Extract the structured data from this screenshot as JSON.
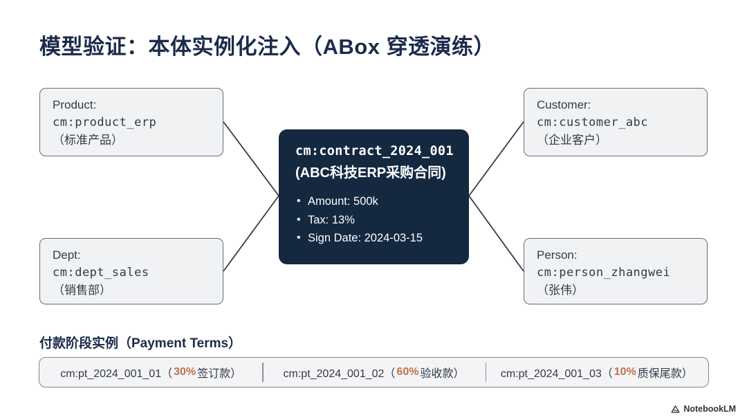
{
  "title": "模型验证：本体实例化注入（ABox 穿透演练）",
  "nodes": [
    {
      "label": "Product:",
      "id": "cm:product_erp",
      "cn": "（标准产品）"
    },
    {
      "label": "Customer:",
      "id": "cm:customer_abc",
      "cn": "（企业客户）"
    },
    {
      "label": "Dept:",
      "id": "cm:dept_sales",
      "cn": "（销售部）"
    },
    {
      "label": "Person:",
      "id": "cm:person_zhangwei",
      "cn": "（张伟）"
    }
  ],
  "contract": {
    "id": "cm:contract_2024_001",
    "name": "(ABC科技ERP采购合同)",
    "attributes": [
      "Amount: 500k",
      "Tax: 13%",
      "Sign Date: 2024-03-15"
    ]
  },
  "payment": {
    "heading": "付款阶段实例（Payment Terms）",
    "terms": [
      {
        "pre": "cm:pt_2024_001_01（",
        "pct": "30%",
        "post": " 签订款）"
      },
      {
        "pre": "cm:pt_2024_001_02（",
        "pct": "60%",
        "post": " 验收款）"
      },
      {
        "pre": "cm:pt_2024_001_03（",
        "pct": "10%",
        "post": " 质保尾款）"
      }
    ]
  },
  "watermark": "NotebookLM",
  "colors": {
    "title_navy": "#1c2b4a",
    "contract_bg": "#142840",
    "node_bg": "#f1f2f4",
    "node_border": "#646b76",
    "accent_orange": "#c2714a",
    "edge": "#323a46"
  }
}
